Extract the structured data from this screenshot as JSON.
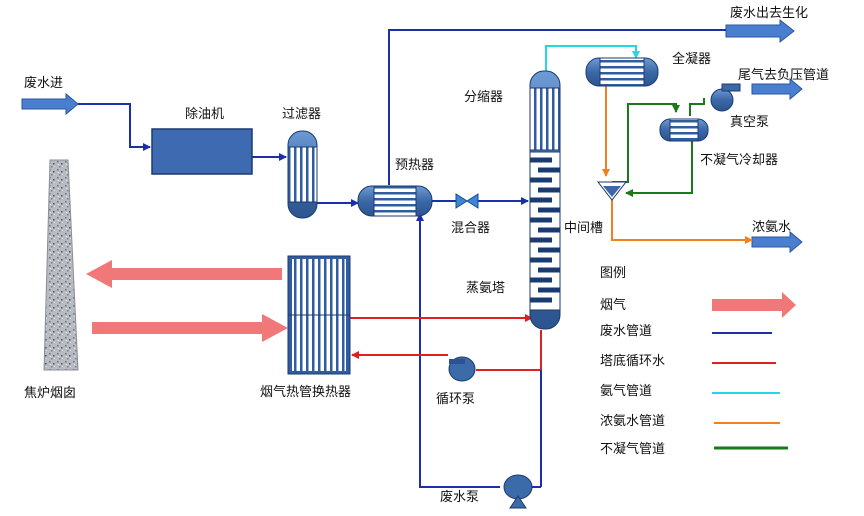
{
  "labels": {
    "wastewater_in": "废水进",
    "wastewater_out": "废水出去生化",
    "oil_remover": "除油机",
    "filter": "过滤器",
    "preheater": "预热器",
    "fractionator": "分缩器",
    "condenser": "全凝器",
    "tail_gas": "尾气去负压管道",
    "vacuum_pump": "真空泵",
    "noncond_cooler": "不凝气冷却器",
    "mixer": "混合器",
    "middle_tank": "中间槽",
    "ammonia_water": "浓氨水",
    "stripper": "蒸氨塔",
    "stack": "焦炉烟囱",
    "heat_exchanger": "烟气热管换热器",
    "circ_pump": "循环泵",
    "waste_pump": "废水泵"
  },
  "legend": {
    "title": "图例",
    "items": [
      {
        "label": "烟气",
        "color": "#f07878"
      },
      {
        "label": "废水管道",
        "color": "#1a2fa8"
      },
      {
        "label": "塔底循环水",
        "color": "#e02020"
      },
      {
        "label": "氨气管道",
        "color": "#22d8e8"
      },
      {
        "label": "浓氨水管道",
        "color": "#f08020"
      },
      {
        "label": "不凝气管道",
        "color": "#1a7a1a"
      }
    ]
  },
  "colors": {
    "flue_gas": "#f07878",
    "wastewater": "#1a2fa8",
    "circulation": "#e02020",
    "ammonia_gas": "#22d8e8",
    "ammonia_water": "#f08020",
    "noncondensable": "#1a7a1a",
    "equipment_blue": "#3f6faa",
    "stream_arrow": "#4a7fd0"
  }
}
